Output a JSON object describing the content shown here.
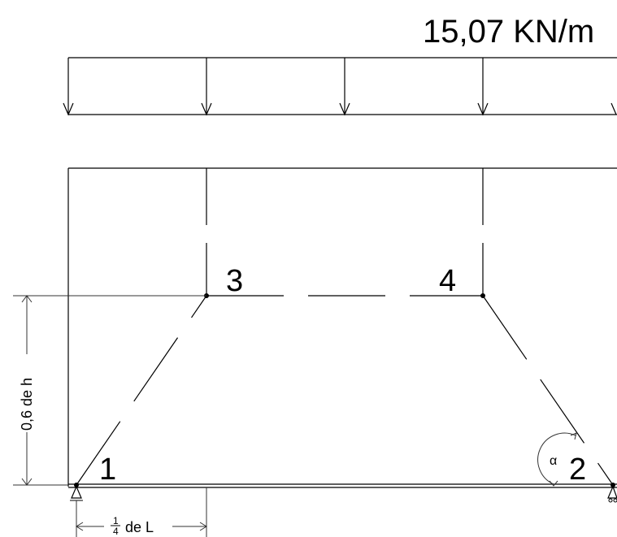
{
  "load": {
    "label": "15,07 KN/m"
  },
  "nodes": [
    {
      "id": "1",
      "label": "1"
    },
    {
      "id": "2",
      "label": "2"
    },
    {
      "id": "3",
      "label": "3"
    },
    {
      "id": "4",
      "label": "4"
    }
  ],
  "dimensions": {
    "height": "0,6 de h",
    "span_fraction_numerator": "1",
    "span_fraction_denominator": "4",
    "span_text": "de L"
  },
  "angle": {
    "symbol": "α"
  },
  "colors": {
    "ink": "#000000",
    "background": "#ffffff"
  }
}
